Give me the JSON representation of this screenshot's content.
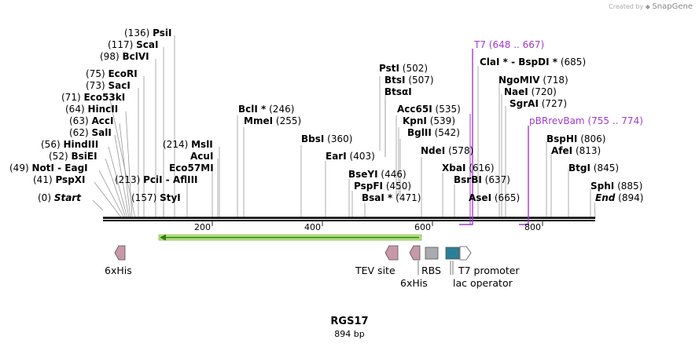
{
  "credit": {
    "prefix": "Created by",
    "brand": "SnapGene"
  },
  "sequence": {
    "name": "RGS17",
    "length_label": "894 bp"
  },
  "sites_left": [
    {
      "pos": "(136)",
      "name": "PsiI"
    },
    {
      "pos": "(117)",
      "name": "ScaI"
    },
    {
      "pos": "(98)",
      "name": "BclVI"
    },
    {
      "pos": "(75)",
      "name": "EcoRI"
    },
    {
      "pos": "(73)",
      "name": "SacI"
    },
    {
      "pos": "(71)",
      "name": "Eco53kI"
    },
    {
      "pos": "(64)",
      "name": "HincII"
    },
    {
      "pos": "(63)",
      "name": "AccI"
    },
    {
      "pos": "(62)",
      "name": "SalI"
    },
    {
      "pos": "(56)",
      "name": "HindIII"
    },
    {
      "pos": "(52)",
      "name": "BsiEI"
    },
    {
      "pos": "(49)",
      "name": "NotI - EagI"
    },
    {
      "pos": "(41)",
      "name": "PspXI"
    },
    {
      "pos": "(0)",
      "name": "Start"
    }
  ],
  "sites_mid": [
    {
      "pos": "(214)",
      "name": "MslI"
    },
    {
      "pos": "",
      "name": "AcuI"
    },
    {
      "pos": "",
      "name": "Eco57MI"
    },
    {
      "pos": "(213)",
      "name": "PciI - AflIII"
    },
    {
      "pos": "(157)",
      "name": "StyI"
    },
    {
      "pos": "(246)",
      "name": "BclI *"
    },
    {
      "pos": "(255)",
      "name": "MmeI"
    },
    {
      "pos": "(360)",
      "name": "BbsI"
    },
    {
      "pos": "(403)",
      "name": "EarI"
    }
  ],
  "sites_right": [
    {
      "pos": "(502)",
      "name": "PstI"
    },
    {
      "pos": "(507)",
      "name": "BtsI"
    },
    {
      "pos": "",
      "name": "BtsαI"
    },
    {
      "pos": "(535)",
      "name": "Acc65I"
    },
    {
      "pos": "(539)",
      "name": "KpnI"
    },
    {
      "pos": "(542)",
      "name": "BglII"
    },
    {
      "pos": "(578)",
      "name": "NdeI"
    },
    {
      "pos": "(446)",
      "name": "BseYI"
    },
    {
      "pos": "(450)",
      "name": "PspFI"
    },
    {
      "pos": "(471)",
      "name": "BsaI *"
    },
    {
      "pos": "(616)",
      "name": "XbaI"
    },
    {
      "pos": "(637)",
      "name": "BsrBI"
    },
    {
      "pos": "(665)",
      "name": "AseI"
    },
    {
      "pos": "(685)",
      "name": "ClaI * - BspDI *"
    },
    {
      "pos": "(718)",
      "name": "NgoMIV"
    },
    {
      "pos": "(720)",
      "name": "NaeI"
    },
    {
      "pos": "(727)",
      "name": "SgrAI"
    },
    {
      "pos": "(806)",
      "name": "BspHI"
    },
    {
      "pos": "(813)",
      "name": "AfeI"
    },
    {
      "pos": "(845)",
      "name": "BtgI"
    },
    {
      "pos": "(885)",
      "name": "SphI"
    },
    {
      "pos": "(894)",
      "name": "End"
    }
  ],
  "primers": [
    {
      "name": "T7",
      "range": "(648 .. 667)"
    },
    {
      "name": "pBRrevBam",
      "range": "(755 .. 774)"
    }
  ],
  "ticks": [
    "200",
    "400",
    "600",
    "800"
  ],
  "features": [
    {
      "name": "6xHis"
    },
    {
      "name": "TEV site"
    },
    {
      "name": "6xHis"
    },
    {
      "name": "RBS"
    },
    {
      "name": "T7 promoter"
    },
    {
      "name": "lac operator"
    }
  ],
  "colors": {
    "primer": "#a23bd0",
    "orf": "#b5e27f",
    "orf_arrow": "#2f7d17",
    "his": "#c898a8",
    "rbs": "#a9abb0",
    "t7": "#2b7f97"
  }
}
